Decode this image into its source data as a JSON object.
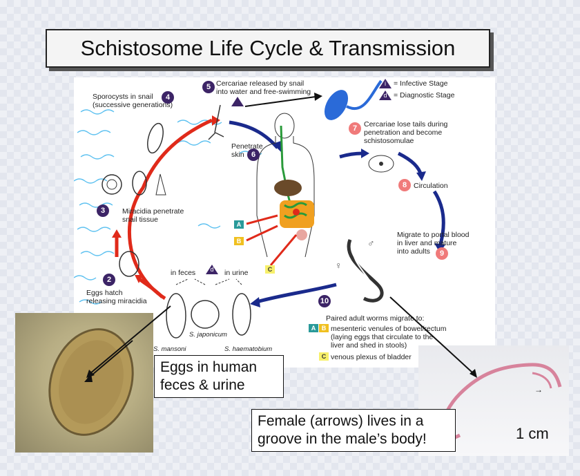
{
  "title": "Schistosome Life Cycle & Transmission",
  "steps": {
    "s2": {
      "num": "2",
      "text": "Eggs hatch\nreleasing miracidia"
    },
    "s3": {
      "num": "3",
      "text": "Miracidia penetrate\nsnail tissue"
    },
    "s4": {
      "num": "4",
      "text": "Sporocysts in snail\n(successive generations)"
    },
    "s5": {
      "num": "5",
      "text": "Cercariae released by snail\ninto water and free-swimming"
    },
    "s6": {
      "num": "6",
      "text": "Penetrate\nskin"
    },
    "s7": {
      "num": "7",
      "text": "Cercariae lose tails during\npenetration and become\nschistosomulae"
    },
    "s8": {
      "num": "8",
      "text": "Circulation"
    },
    "s9": {
      "num": "9",
      "text": "Migrate to portal blood\nin liver and mature\ninto adults"
    },
    "s10": {
      "num": "10",
      "text": "Paired adult worms migrate to:"
    }
  },
  "legend": {
    "infective_symbol": "i",
    "infective": "= Infective Stage",
    "diagnostic_symbol": "d",
    "diagnostic": "= Diagnostic Stage"
  },
  "feces_label": "in feces",
  "urine_label": "in urine",
  "species": {
    "mansoni": "S. mansoni",
    "japonicum": "S. japonicum",
    "haematobium": "S. haematobium"
  },
  "sites": {
    "a_letter": "A",
    "b_letter": "B",
    "c_letter": "C",
    "ab_text": "mesenteric venules of bowel/rectum\n(laying eggs that circulate to the\nliver and shed in stools)",
    "c_text": "venous plexus of bladder"
  },
  "male_symbol": "♂",
  "female_symbol": "♀",
  "captions": {
    "eggs": "Eggs in human\nfeces & urine",
    "female": "Female (arrows) lives in a\ngroove in the male’s body!",
    "scale": "1 cm"
  },
  "colors": {
    "dark_step": "#3c2466",
    "pink_step": "#f07a7a",
    "blue_arrow": "#1a2a8c",
    "red_arrow": "#e02a1a",
    "water": "#5bc0f0",
    "worm": "#d7839c"
  }
}
